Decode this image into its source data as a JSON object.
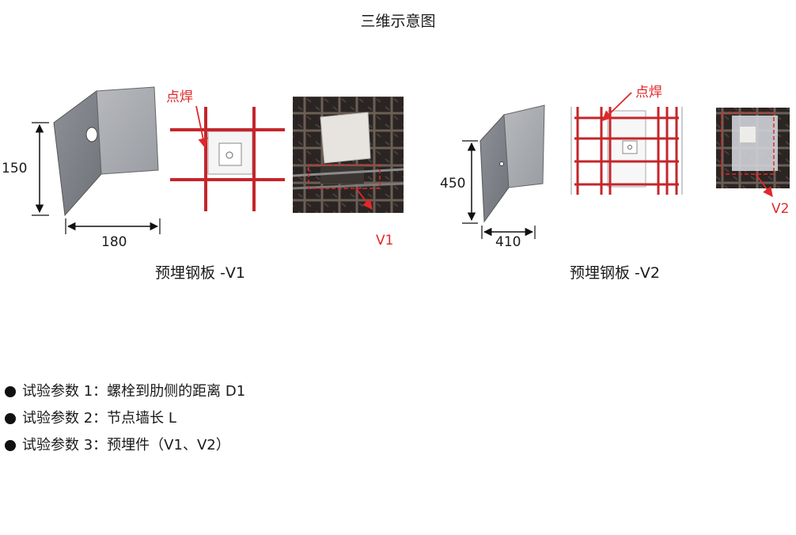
{
  "title": "三维示意图",
  "v1": {
    "caption": "预埋钢板 -V1",
    "dim_height": "150",
    "dim_width": "180",
    "weld_label": "点焊",
    "photo_label": "V1"
  },
  "v2": {
    "caption": "预埋钢板 -V2",
    "dim_height": "450",
    "dim_width": "410",
    "weld_label": "点焊",
    "photo_label": "V2"
  },
  "bullets": [
    "试验参数 1：螺栓到肋侧的距离 D1",
    "试验参数 2：节点墙长 L",
    "试验参数 3：预埋件（V1、V2）"
  ],
  "colors": {
    "accent_red": "#e0282b",
    "rebar_red": "#c4262b",
    "plate_gray": "#9a9da3"
  }
}
